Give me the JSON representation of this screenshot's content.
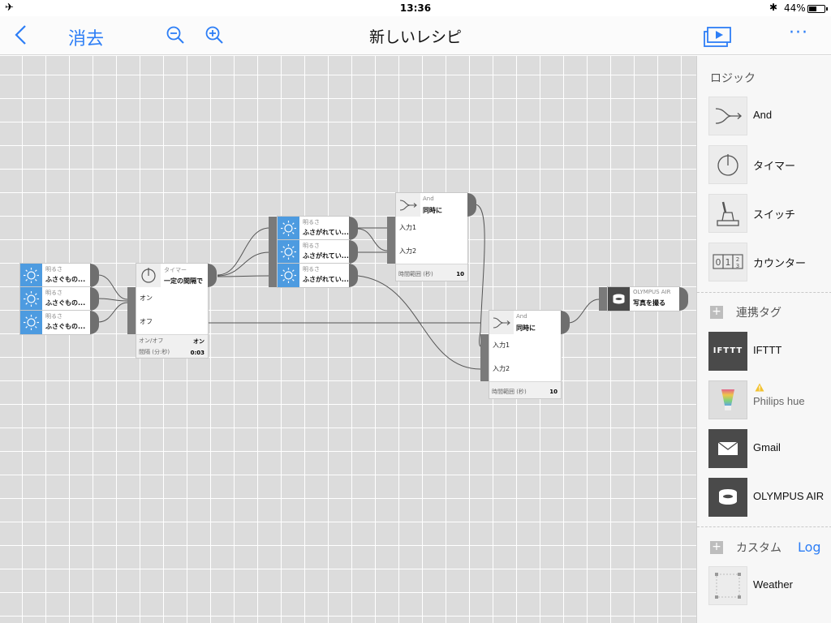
{
  "status_bar": {
    "time": "13:36",
    "battery_pct": "44%",
    "battery_level": 0.44
  },
  "nav": {
    "back_icon": "chevron-left-icon",
    "clear_label": "消去",
    "title": "新しいレシピ",
    "more_label": "···"
  },
  "colors": {
    "accent": "#2d7ef6",
    "sensor_blue": "#4d9be0",
    "canvas_bg": "#dcdcdc",
    "warning": "#f2c230"
  },
  "canvas": {
    "sensors_left": [
      {
        "tiny": "明るさ",
        "main": "ふさぐもの..."
      },
      {
        "tiny": "明るさ",
        "main": "ふさぐもの..."
      },
      {
        "tiny": "明るさ",
        "main": "ふさぐもの..."
      }
    ],
    "sensors_mid": [
      {
        "tiny": "明るさ",
        "main": "ふさがれてい..."
      },
      {
        "tiny": "明るさ",
        "main": "ふさがれてい..."
      },
      {
        "tiny": "明るさ",
        "main": "ふさがれてい..."
      }
    ],
    "timer_node": {
      "tiny": "タイマー",
      "main": "一定の間隔で",
      "input_on": "オン",
      "input_off": "オフ",
      "prop1_label": "オン/オフ",
      "prop1_value": "オン",
      "prop2_label": "間隔 (分:秒)",
      "prop2_value": "0:03"
    },
    "and_node_1": {
      "tiny": "And",
      "main": "同時に",
      "input1": "入力1",
      "input2": "入力2",
      "prop_label": "時間範囲 (秒)",
      "prop_value": "10"
    },
    "and_node_2": {
      "tiny": "And",
      "main": "同時に",
      "input1": "入力1",
      "input2": "入力2",
      "prop_label": "時間範囲 (秒)",
      "prop_value": "10"
    },
    "camera_node": {
      "tiny": "OLYMPUS AIR",
      "main": "写真を撮る"
    }
  },
  "panel": {
    "logic_title": "ロジック",
    "logic_items": [
      {
        "label": "And",
        "icon": "and-merge-icon"
      },
      {
        "label": "タイマー",
        "icon": "timer-icon"
      },
      {
        "label": "スイッチ",
        "icon": "switch-lever-icon"
      },
      {
        "label": "カウンター",
        "icon": "counter-icon"
      }
    ],
    "tags_title": "連携タグ",
    "tag_items": [
      {
        "label": "IFTTT",
        "logo": "IFTTT"
      },
      {
        "label": "Philips hue",
        "icon": "hue-bulb-icon",
        "warning": true
      },
      {
        "label": "Gmail",
        "icon": "mail-icon"
      },
      {
        "label": "OLYMPUS AIR",
        "icon": "olympus-air-camera-icon"
      }
    ],
    "custom_title": "カスタム",
    "log_label": "Log",
    "custom_items": [
      {
        "label": "Weather",
        "icon": "weather-frame-icon"
      }
    ]
  }
}
